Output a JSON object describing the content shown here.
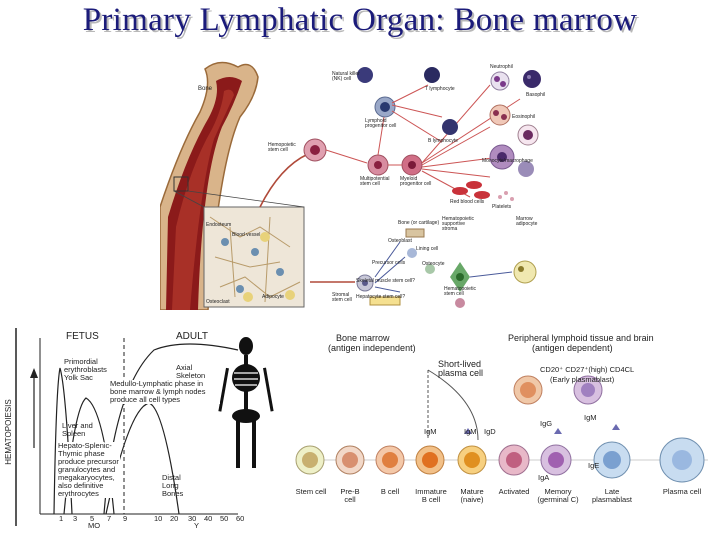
{
  "title": "Primary Lymphatic Organ: Bone marrow",
  "bone_marrow_figure": {
    "bone_label": "Bone",
    "stem_cell": "Hemopoietic stem cell",
    "multipotential": "Multipotential stem cell",
    "myeloid": "Myeloid progenitor cell",
    "lymphoid": "Lymphoid progenitor cell",
    "nk_cell": "Natural killer (NK) cell",
    "t_lymph": "T lymphocyte",
    "b_lymph": "B lymphocyte",
    "neutrophil": "Neutrophil",
    "basophil": "Basophil",
    "eosinophil": "Eosinophil",
    "monocyte": "Monocyte/macrophage",
    "platelets": "Platelets",
    "rbc": "Red blood cells",
    "stromal": "Stromal stem cell",
    "bone_cartilage": "Bone (or cartilage)",
    "osteoblast": "Osteoblast",
    "lining": "Lining cell",
    "osteocyte": "Osteocyte",
    "precursor": "Precursor cells",
    "supportive": "Hematopoietic supportive stroma",
    "marrow_adipocyte": "Marrow adipocyte",
    "hematopoietic_stem": "Hematopoietic stem cell",
    "skeletal_q": "Skeletal muscle stem cell?",
    "hepatocyte_q": "Hepatocyte stem cell?",
    "blood_vessel": "Blood vessel",
    "adipocyte": "Adipocyte",
    "osteoclast": "Osteoclast",
    "endosteal": "Endosteum"
  },
  "hematopoiesis_figure": {
    "fetus": "FETUS",
    "adult": "ADULT",
    "y_axis": "HEMATOPOIESIS",
    "primordial": "Primordial erythroblasts Yolk Sac",
    "medullo": "Medullo-Lymphatic phase in bone marrow & lymph nodes produce all cell types",
    "axial": "Axial Skeleton",
    "liver_spleen": "Liver and Spleen",
    "hepato": "Hepato-Splenic-Thymic phase produce precursor granulocytes and megakaryocytes, also definitive erythrocytes",
    "distal": "Distal Long Bones",
    "x_ticks": [
      "1",
      "3",
      "5",
      "7",
      "9",
      "10",
      "20",
      "30",
      "40",
      "50",
      "60"
    ],
    "x_unit_mo": "MO",
    "x_unit_y": "Y"
  },
  "b_cell_figure": {
    "bm_heading": "Bone marrow",
    "bm_sub": "(antigen independent)",
    "periph_heading": "Peripheral lymphoid tissue and brain",
    "periph_sub": "(antigen dependent)",
    "short_lived": "Short-lived plasma cell",
    "markers": "CD20⁺ CD27⁺(high) CD4CL",
    "early": "(Early plasmablast)",
    "igm": "IgM",
    "igm2": "IgM",
    "igd": "IgD",
    "igg": "IgG",
    "igm3": "IgM",
    "iga": "IgA",
    "ige": "IgE",
    "stages": [
      {
        "name": "Stem cell"
      },
      {
        "name": "Pre-B cell"
      },
      {
        "name": "B cell"
      },
      {
        "name": "Immature B cell"
      },
      {
        "name": "Mature (naive)"
      },
      {
        "name": "Activated"
      },
      {
        "name": "Memory (germinal C)"
      },
      {
        "name": "Late plasmablast"
      },
      {
        "name": "Plasma cell"
      }
    ]
  }
}
